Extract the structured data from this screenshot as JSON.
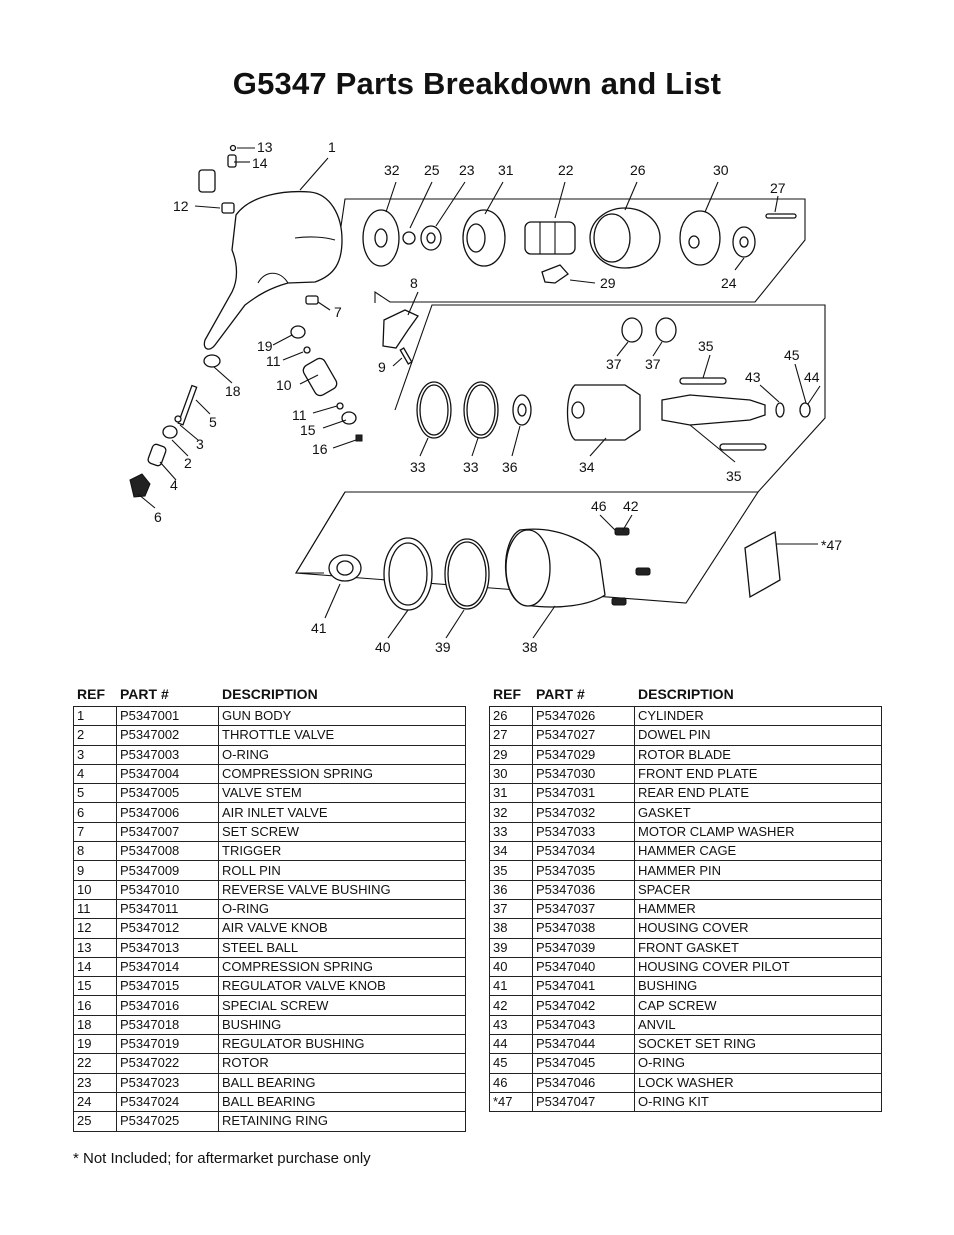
{
  "title": "G5347 Parts Breakdown and List",
  "diagram_callouts": [
    "13",
    "14",
    "1",
    "32",
    "25",
    "23",
    "31",
    "22",
    "26",
    "30",
    "27",
    "12",
    "8",
    "29",
    "24",
    "7",
    "19",
    "11",
    "9",
    "37",
    "37",
    "35",
    "45",
    "10",
    "18",
    "43",
    "44",
    "11",
    "15",
    "5",
    "3",
    "16",
    "2",
    "33",
    "33",
    "36",
    "34",
    "35",
    "4",
    "6",
    "46",
    "42",
    "*47",
    "41",
    "40",
    "39",
    "38"
  ],
  "table_headers": {
    "ref": "REF",
    "part": "PART #",
    "description": "DESCRIPTION"
  },
  "parts_left": [
    {
      "ref": "1",
      "part": "P5347001",
      "desc": "GUN BODY"
    },
    {
      "ref": "2",
      "part": "P5347002",
      "desc": "THROTTLE VALVE"
    },
    {
      "ref": "3",
      "part": "P5347003",
      "desc": "O-RING"
    },
    {
      "ref": "4",
      "part": "P5347004",
      "desc": "COMPRESSION SPRING"
    },
    {
      "ref": "5",
      "part": "P5347005",
      "desc": "VALVE STEM"
    },
    {
      "ref": "6",
      "part": "P5347006",
      "desc": "AIR INLET VALVE"
    },
    {
      "ref": "7",
      "part": "P5347007",
      "desc": "SET SCREW"
    },
    {
      "ref": "8",
      "part": "P5347008",
      "desc": "TRIGGER"
    },
    {
      "ref": "9",
      "part": "P5347009",
      "desc": "ROLL PIN"
    },
    {
      "ref": "10",
      "part": "P5347010",
      "desc": "REVERSE VALVE BUSHING"
    },
    {
      "ref": "11",
      "part": "P5347011",
      "desc": "O-RING"
    },
    {
      "ref": "12",
      "part": "P5347012",
      "desc": "AIR VALVE KNOB"
    },
    {
      "ref": "13",
      "part": "P5347013",
      "desc": "STEEL BALL"
    },
    {
      "ref": "14",
      "part": "P5347014",
      "desc": "COMPRESSION SPRING"
    },
    {
      "ref": "15",
      "part": "P5347015",
      "desc": "REGULATOR VALVE KNOB"
    },
    {
      "ref": "16",
      "part": "P5347016",
      "desc": "SPECIAL SCREW"
    },
    {
      "ref": "18",
      "part": "P5347018",
      "desc": "BUSHING"
    },
    {
      "ref": "19",
      "part": "P5347019",
      "desc": "REGULATOR BUSHING"
    },
    {
      "ref": "22",
      "part": "P5347022",
      "desc": "ROTOR"
    },
    {
      "ref": "23",
      "part": "P5347023",
      "desc": "BALL BEARING"
    },
    {
      "ref": "24",
      "part": "P5347024",
      "desc": "BALL BEARING"
    },
    {
      "ref": "25",
      "part": "P5347025",
      "desc": "RETAINING RING"
    }
  ],
  "parts_right": [
    {
      "ref": "26",
      "part": "P5347026",
      "desc": "CYLINDER"
    },
    {
      "ref": "27",
      "part": "P5347027",
      "desc": "DOWEL PIN"
    },
    {
      "ref": "29",
      "part": "P5347029",
      "desc": "ROTOR BLADE"
    },
    {
      "ref": "30",
      "part": "P5347030",
      "desc": "FRONT END PLATE"
    },
    {
      "ref": "31",
      "part": "P5347031",
      "desc": "REAR END PLATE"
    },
    {
      "ref": "32",
      "part": "P5347032",
      "desc": "GASKET"
    },
    {
      "ref": "33",
      "part": "P5347033",
      "desc": "MOTOR CLAMP WASHER"
    },
    {
      "ref": "34",
      "part": "P5347034",
      "desc": "HAMMER CAGE"
    },
    {
      "ref": "35",
      "part": "P5347035",
      "desc": "HAMMER PIN"
    },
    {
      "ref": "36",
      "part": "P5347036",
      "desc": "SPACER"
    },
    {
      "ref": "37",
      "part": "P5347037",
      "desc": "HAMMER"
    },
    {
      "ref": "38",
      "part": "P5347038",
      "desc": "HOUSING COVER"
    },
    {
      "ref": "39",
      "part": "P5347039",
      "desc": "FRONT GASKET"
    },
    {
      "ref": "40",
      "part": "P5347040",
      "desc": "HOUSING COVER PILOT"
    },
    {
      "ref": "41",
      "part": "P5347041",
      "desc": "BUSHING"
    },
    {
      "ref": "42",
      "part": "P5347042",
      "desc": "CAP SCREW"
    },
    {
      "ref": "43",
      "part": "P5347043",
      "desc": "ANVIL"
    },
    {
      "ref": "44",
      "part": "P5347044",
      "desc": "SOCKET SET RING"
    },
    {
      "ref": "45",
      "part": "P5347045",
      "desc": "O-RING"
    },
    {
      "ref": "46",
      "part": "P5347046",
      "desc": "LOCK WASHER"
    },
    {
      "ref": "*47",
      "part": "P5347047",
      "desc": "O-RING KIT"
    }
  ],
  "footnote": "* Not Included; for aftermarket purchase only"
}
